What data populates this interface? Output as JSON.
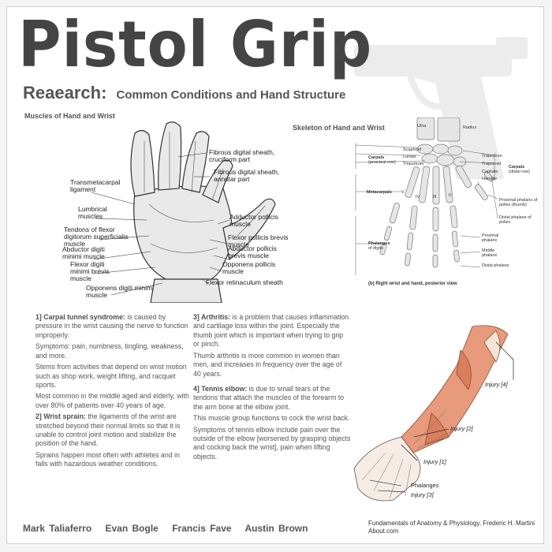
{
  "header": {
    "title": "Pistol Grip",
    "subtitle_lead": "Reaearch:",
    "subtitle_rest": "Common Conditions and Hand Structure"
  },
  "figure1": {
    "title": "Muscles of Hand and Wrist",
    "labels": {
      "fibrous_cruciform": "Fibrous digital sheath, cruciform part",
      "fibrous_annular": "Fibrous digital sheath, annular part",
      "transmetacarpal": "Transmetacarpal ligament",
      "lumbrical": "Lumbrical muscles",
      "tendons": "Tendons of flexor digitorum superficialis muscle",
      "abductor_digiti": "Abductor digiti minimi muscle",
      "flexor_digiti": "Flexor digiti minimi brevis muscle",
      "opponens_digiti": "Opponens digiti minimi muscle",
      "adductor_pollicis": "Adductor pollicis muscle",
      "flexor_pollicis": "Flexor pollicis brevis muscle",
      "abductor_pollicis": "Abductor pollicis brevis muscle",
      "opponens_pollicis": "Opponens pollicis muscle",
      "flexor_retinaculum": "Flexor retinaculum sheath"
    }
  },
  "figure2": {
    "title": "Skeleton of Hand and Wrist",
    "labels": {
      "ulna": "Ulna",
      "radius": "Radius",
      "scaphoid": "Scaphoid",
      "lunate": "Lunate",
      "triquetrum": "Triquetrum",
      "trapezium": "Trapezium",
      "trapezoid": "Trapezoid",
      "capitate": "Capitate",
      "hamate": "Hamate",
      "carpals_proximal": "Carpals",
      "carpals_proximal_sub": "(proximal row)",
      "carpals_distal": "Carpals",
      "carpals_distal_sub": "(distal row)",
      "metacarpals": "Metacarpals",
      "phalanges": "Phalanges",
      "phalanges_sub": "of digits",
      "proximal_pollex": "Proximal phalanx of pollex (thumb)",
      "distal_pollex": "Distal phalanx of pollex",
      "proximal_phalanx": "Proximal phalanx",
      "middle_phalanx": "Middle phalanx",
      "distal_phalanx": "Distal phalanx",
      "roman_i": "I",
      "roman_ii": "II",
      "roman_iii": "III",
      "roman_iv": "IV",
      "roman_v": "V"
    },
    "caption": "(b) Right wrist and hand, posterior view"
  },
  "conditions": {
    "c1_heading": "1] Carpal tunnel syndrome:",
    "c1_text": " is caused by pressure in the wrist causing the nerve to function improperly.",
    "c1_symptoms": "Symptoms: pain, numbness, tingling, weakness, and more.",
    "c1_stems": "Stems from activities  that depend on wrist motion such as shop work, weight lifting, and racquet sports.",
    "c1_common": "Most common in the middle aged and elderly, with over 80% of patients over 40 years of age.",
    "c2_heading": "2] Wrist sprain:",
    "c2_text": " the ligaments of the wrist are stretched beyond their normal limits so that it is unable to control joint motion and  stabilize the position of the hand.",
    "c2_more": "Sprains happen most often with athletes and in falls with hazardous weather conditions.",
    "c3_heading": "3] Arthritis:",
    "c3_text": " is a problem that causes inflammation and cartilage loss within the joint.  Especially the thumb joint which is important when trying to grip or  pinch.",
    "c3_more": "Thumb arthritis is more common in  women than men, and increases in frequency over the age of 40 years.",
    "c4_heading": "4] Tennis elbow:",
    "c4_text": " is due to small tears of the  tendons that attach the muscles of the  forearm to the arm bone at the elbow joint.",
    "c4_func": "This muscle group functions to cock the wrist back.",
    "c4_symptoms": "Symptoms of tennis elbow include pain over the outside of the elbow [worsened by grasping objects and cocking back the wrist], pain when lifting objects."
  },
  "arm_figure": {
    "injury4": "Injury [4]",
    "injury2": "Injury [2]",
    "injury1": "Injury [1]",
    "phalanges": "Phalanges",
    "injury3": "Injury [3]"
  },
  "footer": {
    "authors": [
      "Mark Taliaferro",
      "Evan Bogle",
      "Francis Fave",
      "Austin Brown"
    ],
    "credit_line1": "Fundamentals of Anatomy & Physiology, Frederic H. Martini",
    "credit_line2": "About.com"
  }
}
